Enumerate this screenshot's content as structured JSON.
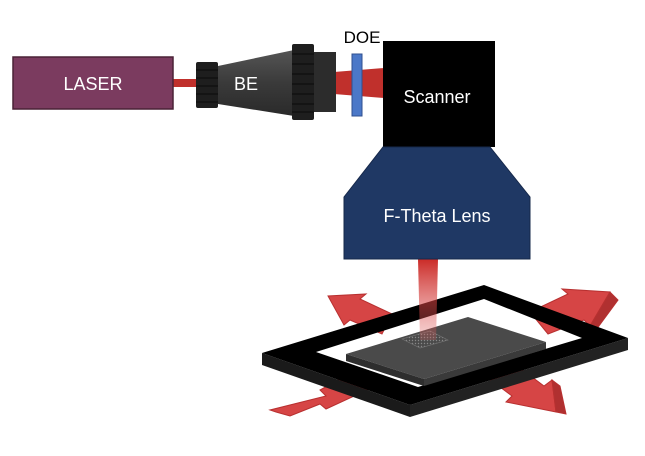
{
  "labels": {
    "laser": "LASER",
    "beam_expander": "BE",
    "doe": "DOE",
    "scanner": "Scanner",
    "f_theta_lens": "F-Theta Lens"
  },
  "colors": {
    "laser_box": "#7b3b5f",
    "beam": "#c0302c",
    "beam_expander": "#3a3a3a",
    "doe_plate": "#4b78c8",
    "scanner_box": "#000000",
    "lens": "#1f3864",
    "stage_frame": "#000000",
    "workpiece": "#4a4a4a",
    "motion_arrows": "#d04040"
  },
  "icons": {
    "motion_arrows": "four-direction-arrows-icon"
  }
}
